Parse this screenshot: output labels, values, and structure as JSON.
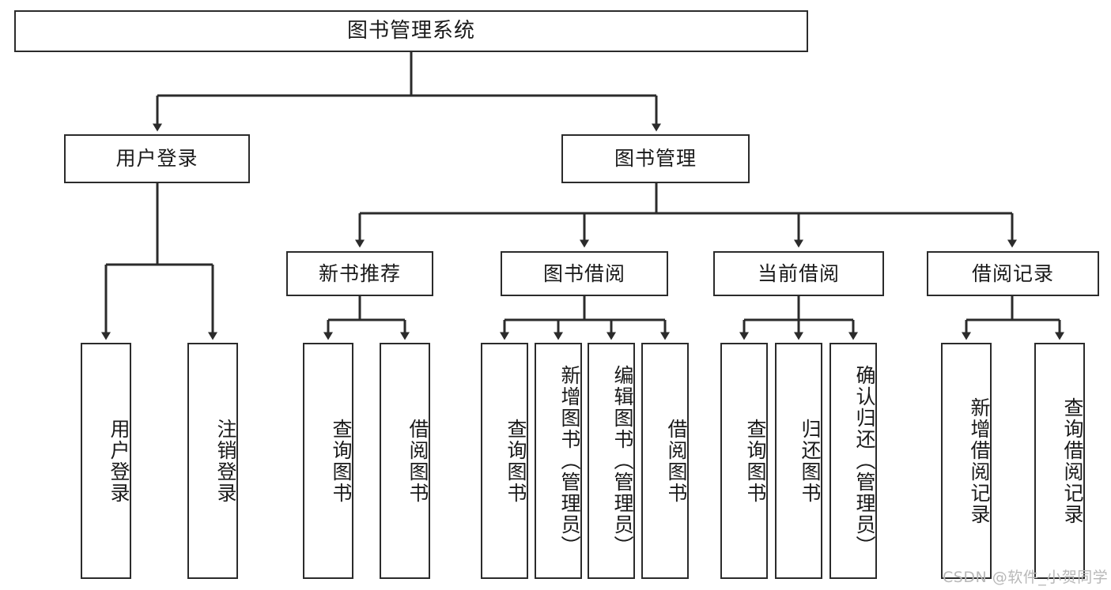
{
  "diagram": {
    "title": "图书管理系统",
    "type": "tree-hierarchy-diagram",
    "colors": {
      "stroke": "#2b2b2b",
      "fill": "#ffffff",
      "text": "#1a1a1a",
      "watermark": "#b8b8b8"
    },
    "levels": {
      "root": {
        "label": "图书管理系统"
      },
      "level2": [
        {
          "label": "用户登录"
        },
        {
          "label": "图书管理"
        }
      ],
      "level3": [
        {
          "label": "新书推荐"
        },
        {
          "label": "图书借阅"
        },
        {
          "label": "当前借阅"
        },
        {
          "label": "借阅记录"
        }
      ],
      "leaves_user_login": [
        {
          "label": "用户登录"
        },
        {
          "label": "注销登录"
        }
      ],
      "leaves_new_book": [
        {
          "label": "查询图书"
        },
        {
          "label": "借阅图书"
        }
      ],
      "leaves_borrow": [
        {
          "label": "查询图书"
        },
        {
          "label": "新增图书（管理员）"
        },
        {
          "label": "编辑图书（管理员）"
        },
        {
          "label": "借阅图书"
        }
      ],
      "leaves_current": [
        {
          "label": "查询图书"
        },
        {
          "label": "归还图书"
        },
        {
          "label": "确认归还（管理员）"
        }
      ],
      "leaves_records": [
        {
          "label": "新增借阅记录"
        },
        {
          "label": "查询借阅记录"
        }
      ]
    }
  },
  "watermark": {
    "text": "CSDN @软件_小贺同学"
  }
}
